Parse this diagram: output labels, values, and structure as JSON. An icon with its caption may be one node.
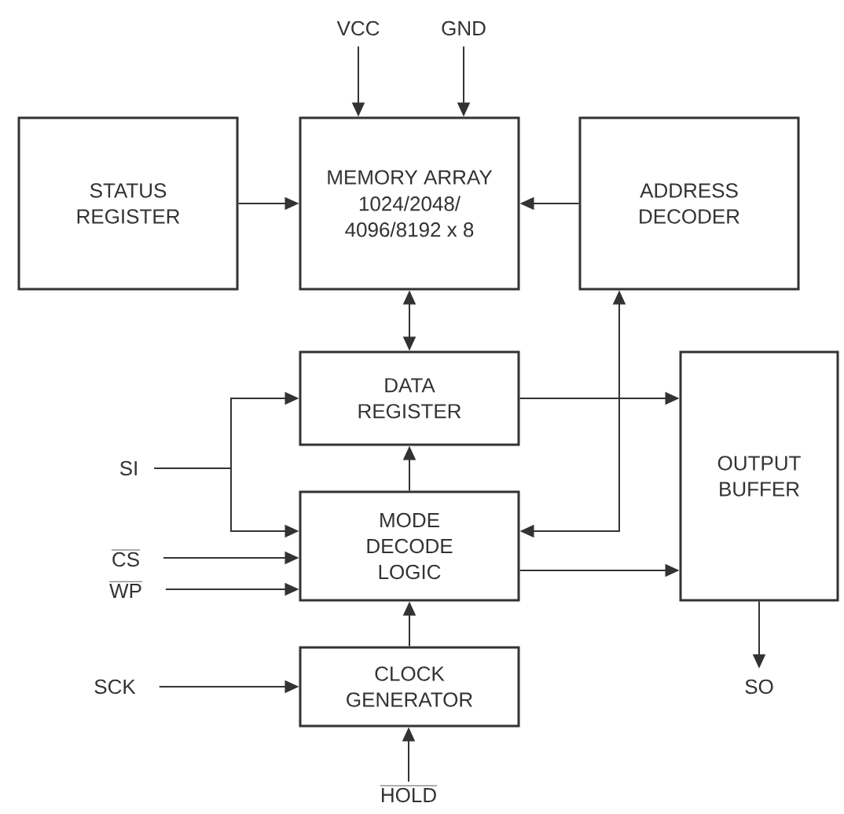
{
  "diagram": {
    "nodes": [
      {
        "text": [
          "VCC"
        ]
      },
      {
        "text": [
          "GND"
        ]
      },
      {
        "text": [
          "STATUS REGISTER"
        ]
      },
      {
        "text": [
          "MEMORY ARRAY",
          "1024/2048/ 4096/8192 x 8"
        ]
      },
      {
        "text": [
          "ADDRESS DECODER"
        ]
      },
      {
        "text": [
          "DATA REGISTER"
        ]
      },
      {
        "text": [
          "SI"
        ]
      },
      {
        "text": [
          "OUTPUT BUFFER"
        ]
      },
      {
        "text": [
          "MODE DECODE LOGIC"
        ]
      },
      {
        "text": [
          "CS"
        ]
      },
      {
        "text": [
          "WP"
        ]
      },
      {
        "text": [
          "SCK"
        ]
      },
      {
        "text": [
          "CLOCK GENERATOR"
        ]
      },
      {
        "text": [
          "SO"
        ]
      },
      {
        "text": [
          "HOLD"
        ]
      }
    ],
    "edges": [
      {
        "from": 0,
        "to": 3,
        "arrow": "to"
      },
      {
        "from": 1,
        "to": 3,
        "arrow": "to"
      },
      {
        "from": 2,
        "to": 3,
        "arrow": "to"
      },
      {
        "from": 4,
        "to": 3,
        "arrow": "to"
      },
      {
        "from": 3,
        "to": 5,
        "arrow": "both"
      },
      {
        "from": 6,
        "to": 5,
        "arrow": "to"
      },
      {
        "from": 6,
        "to": 8,
        "arrow": "to"
      },
      {
        "from": 5,
        "to": 7,
        "arrow": "to"
      },
      {
        "from": 8,
        "to": 4,
        "arrow": "both"
      },
      {
        "from": 8,
        "to": 5,
        "arrow": "to"
      },
      {
        "from": 9,
        "to": 8,
        "arrow": "to"
      },
      {
        "from": 10,
        "to": 8,
        "arrow": "to"
      },
      {
        "from": 8,
        "to": 7,
        "arrow": "to"
      },
      {
        "from": 11,
        "to": 12,
        "arrow": "to"
      },
      {
        "from": 12,
        "to": 8,
        "arrow": "to"
      },
      {
        "from": 14,
        "to": 12,
        "arrow": "to"
      },
      {
        "from": 7,
        "to": 13,
        "arrow": "to"
      }
    ]
  }
}
